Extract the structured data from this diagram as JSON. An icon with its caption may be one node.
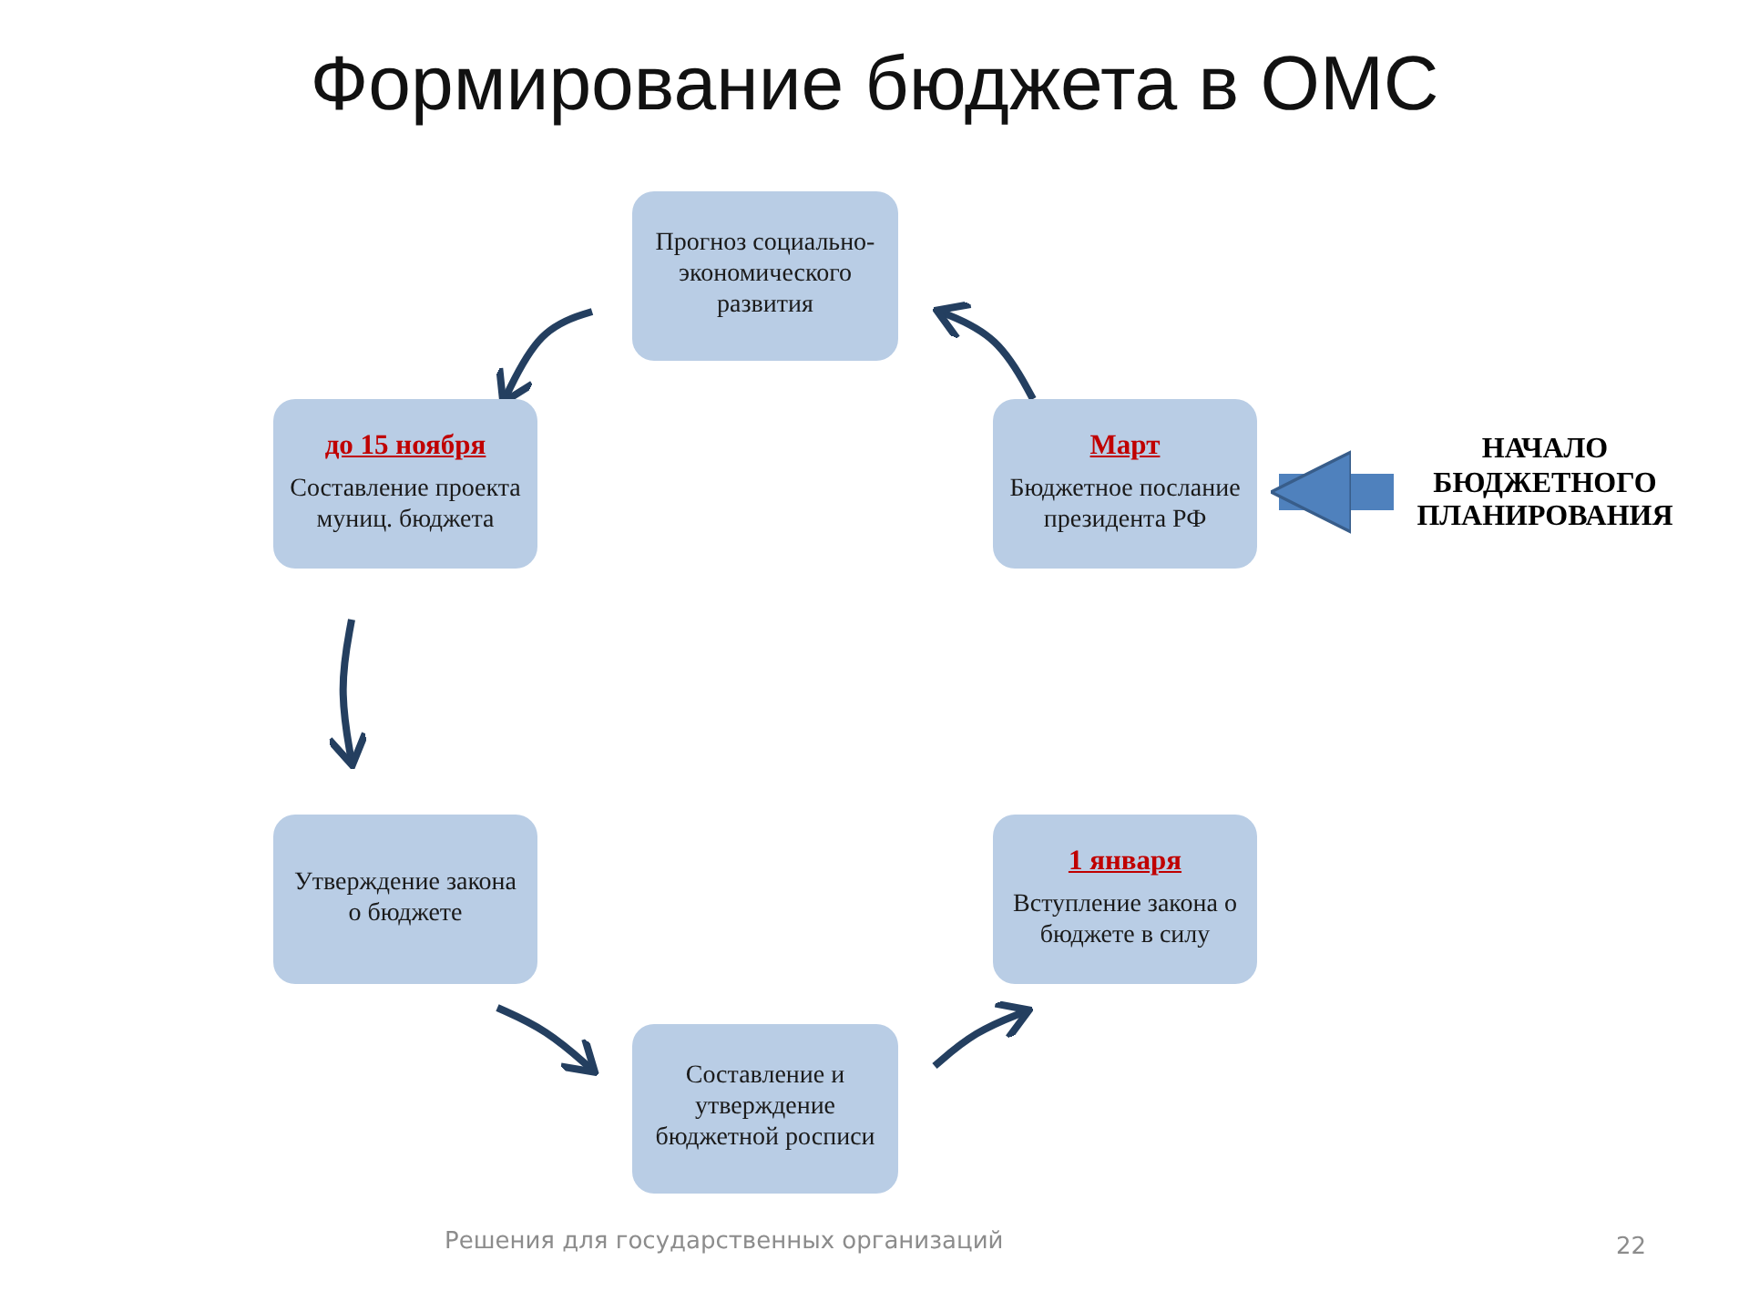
{
  "diagram": {
    "title": "Формирование бюджета в ОМС",
    "nodes": [
      {
        "text": [
          "Прогноз социально- экономического развития"
        ]
      },
      {
        "text": [
          "до 15 ноября",
          "Составление проекта муниц. бюджета"
        ]
      },
      {
        "text": [
          "Март",
          "Бюджетное послание президента РФ"
        ]
      },
      {
        "text": [
          "НАЧАЛО БЮДЖЕТНОГО ПЛАНИРОВАНИЯ"
        ]
      },
      {
        "text": [
          "Утверждение закона о бюджете"
        ]
      },
      {
        "text": [
          "1 января",
          "Вступление закона о бюджете в силу"
        ]
      },
      {
        "text": [
          "Составление и утверждение бюджетной росписи"
        ]
      }
    ],
    "edges": [
      {
        "from": 2,
        "to": 0,
        "arrow": "to"
      },
      {
        "from": 0,
        "to": 1,
        "arrow": "to"
      },
      {
        "from": 1,
        "to": 4,
        "arrow": "to"
      },
      {
        "from": 4,
        "to": 6,
        "arrow": "to"
      },
      {
        "from": 6,
        "to": 5,
        "arrow": "to"
      },
      {
        "from": 3,
        "to": 2,
        "arrow": "to",
        "style": "thick",
        "color": "#4f81bd"
      }
    ],
    "labels": [
      "Решения для государственных организаций",
      "22"
    ]
  }
}
